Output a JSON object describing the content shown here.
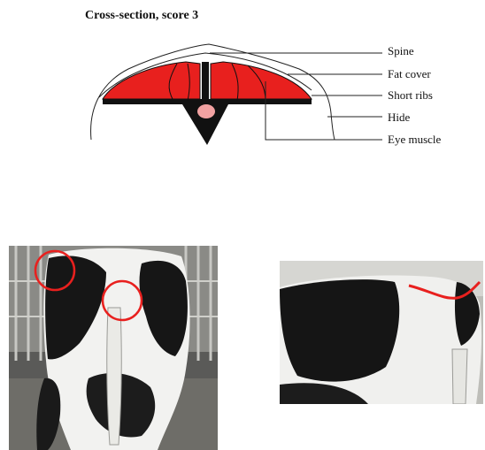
{
  "diagram": {
    "title": "Cross-section, score 3",
    "labels": {
      "spine": "Spine",
      "fat_cover": "Fat cover",
      "short_ribs": "Short ribs",
      "hide": "Hide",
      "eye_muscle": "Eye muscle"
    },
    "colors": {
      "muscle": "#e8201e",
      "spine_disc": "#f2a2a2",
      "highlight": "#e8201e"
    }
  },
  "photos": [
    {
      "view": "rear",
      "highlight_markers": "circles"
    },
    {
      "view": "side",
      "highlight_markers": "line"
    }
  ]
}
